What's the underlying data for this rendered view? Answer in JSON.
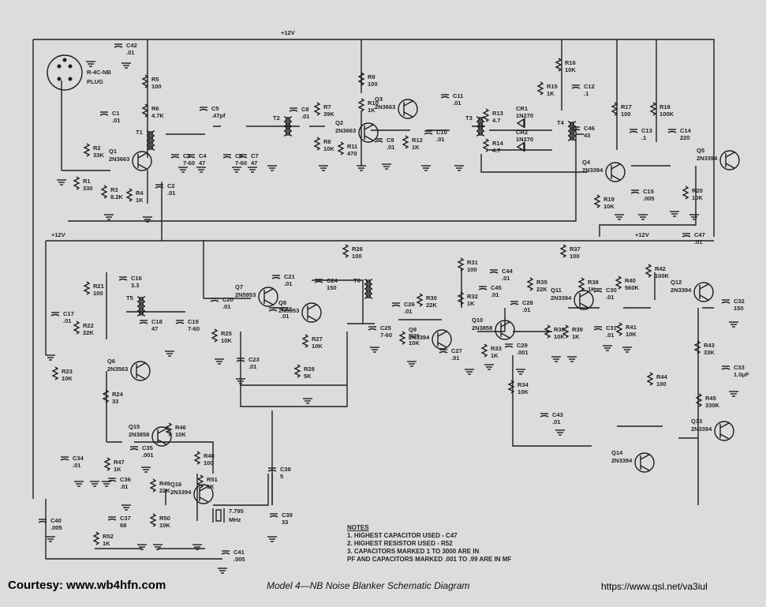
{
  "rails": {
    "top": "+12V",
    "left": "+12V",
    "right": "+12V"
  },
  "plug": {
    "ref": "R-4C-NB",
    "label": "PLUG"
  },
  "transistors": [
    {
      "ref": "Q1",
      "part": "2N3663"
    },
    {
      "ref": "Q2",
      "part": "2N3663"
    },
    {
      "ref": "Q3",
      "part": "2N3663"
    },
    {
      "ref": "Q4",
      "part": "2N3394"
    },
    {
      "ref": "Q5",
      "part": "2N3394"
    },
    {
      "ref": "Q6",
      "part": "2N3563"
    },
    {
      "ref": "Q7",
      "part": "2N5953"
    },
    {
      "ref": "Q8",
      "part": "2N5953"
    },
    {
      "ref": "Q9",
      "part": "2N3394"
    },
    {
      "ref": "Q10",
      "part": "2N3858"
    },
    {
      "ref": "Q11",
      "part": "2N3394"
    },
    {
      "ref": "Q12",
      "part": "2N3394"
    },
    {
      "ref": "Q13",
      "part": "2N3394"
    },
    {
      "ref": "Q14",
      "part": "2N3394"
    },
    {
      "ref": "Q15",
      "part": "2N3858"
    },
    {
      "ref": "Q16",
      "part": "2N3394"
    }
  ],
  "resistors": [
    {
      "ref": "R1",
      "value": "330"
    },
    {
      "ref": "R2",
      "value": "33K"
    },
    {
      "ref": "R3",
      "value": "8.2K"
    },
    {
      "ref": "R4",
      "value": "1K"
    },
    {
      "ref": "R5",
      "value": "100"
    },
    {
      "ref": "R6",
      "value": "4.7K"
    },
    {
      "ref": "R7",
      "value": "39K"
    },
    {
      "ref": "R8",
      "value": "10K"
    },
    {
      "ref": "R9",
      "value": "100"
    },
    {
      "ref": "R10",
      "value": "1K"
    },
    {
      "ref": "R11",
      "value": "470"
    },
    {
      "ref": "R12",
      "value": "1K"
    },
    {
      "ref": "R13",
      "value": "4.7"
    },
    {
      "ref": "R14",
      "value": "4.7"
    },
    {
      "ref": "R15",
      "value": "1K"
    },
    {
      "ref": "R16",
      "value": "10K"
    },
    {
      "ref": "R17",
      "value": "100"
    },
    {
      "ref": "R18",
      "value": "100K"
    },
    {
      "ref": "R19",
      "value": "10K"
    },
    {
      "ref": "R20",
      "value": "10K"
    },
    {
      "ref": "R21",
      "value": "100"
    },
    {
      "ref": "R22",
      "value": "22K"
    },
    {
      "ref": "R23",
      "value": "10K"
    },
    {
      "ref": "R24",
      "value": "33"
    },
    {
      "ref": "R25",
      "value": "10K"
    },
    {
      "ref": "R26",
      "value": "100"
    },
    {
      "ref": "R27",
      "value": "10K"
    },
    {
      "ref": "R28",
      "value": "5K"
    },
    {
      "ref": "R29",
      "value": "10K"
    },
    {
      "ref": "R30",
      "value": "22K"
    },
    {
      "ref": "R31",
      "value": "100"
    },
    {
      "ref": "R32",
      "value": "1K"
    },
    {
      "ref": "R33",
      "value": "1K"
    },
    {
      "ref": "R34",
      "value": "10K"
    },
    {
      "ref": "R35",
      "value": "22K"
    },
    {
      "ref": "R36",
      "value": "10K"
    },
    {
      "ref": "R37",
      "value": "100"
    },
    {
      "ref": "R38",
      "value": "1K"
    },
    {
      "ref": "R39",
      "value": "1K"
    },
    {
      "ref": "R40",
      "value": "560K"
    },
    {
      "ref": "R41",
      "value": "10K"
    },
    {
      "ref": "R42",
      "value": "100K"
    },
    {
      "ref": "R43",
      "value": "33K"
    },
    {
      "ref": "R44",
      "value": "100"
    },
    {
      "ref": "R45",
      "value": "330K"
    },
    {
      "ref": "R46",
      "value": "10K"
    },
    {
      "ref": "R47",
      "value": "1K"
    },
    {
      "ref": "R48",
      "value": "100"
    },
    {
      "ref": "R49",
      "value": "22K"
    },
    {
      "ref": "R50",
      "value": "10K"
    },
    {
      "ref": "R51",
      "value": "1K"
    },
    {
      "ref": "R52",
      "value": "1K"
    }
  ],
  "capacitors": [
    {
      "ref": "C1",
      "value": ".01"
    },
    {
      "ref": "C2",
      "value": ".01"
    },
    {
      "ref": "C3",
      "value": "7-60"
    },
    {
      "ref": "C4",
      "value": "47"
    },
    {
      "ref": "C5",
      "value": ".47pf"
    },
    {
      "ref": "C6",
      "value": "7-60"
    },
    {
      "ref": "C7",
      "value": "47"
    },
    {
      "ref": "C8",
      "value": ".01"
    },
    {
      "ref": "C9",
      "value": ".01"
    },
    {
      "ref": "C10",
      "value": ".01"
    },
    {
      "ref": "C11",
      "value": ".01"
    },
    {
      "ref": "C12",
      "value": ".1"
    },
    {
      "ref": "C13",
      "value": ".1"
    },
    {
      "ref": "C14",
      "value": "220"
    },
    {
      "ref": "C15",
      "value": ".005"
    },
    {
      "ref": "C16",
      "value": "3.3"
    },
    {
      "ref": "C17",
      "value": ".01"
    },
    {
      "ref": "C18",
      "value": "47"
    },
    {
      "ref": "C19",
      "value": "7-60"
    },
    {
      "ref": "C20",
      "value": ".01"
    },
    {
      "ref": "C21",
      "value": ".01"
    },
    {
      "ref": "C22",
      "value": ".01"
    },
    {
      "ref": "C23",
      "value": ".01"
    },
    {
      "ref": "C24",
      "value": "150"
    },
    {
      "ref": "C25",
      "value": "7-60"
    },
    {
      "ref": "C26",
      "value": ".01"
    },
    {
      "ref": "C27",
      "value": ".01"
    },
    {
      "ref": "C28",
      "value": ".01"
    },
    {
      "ref": "C29",
      "value": ".001"
    },
    {
      "ref": "C30",
      "value": ".01"
    },
    {
      "ref": "C31",
      "value": ".01"
    },
    {
      "ref": "C32",
      "value": "150"
    },
    {
      "ref": "C33",
      "value": "1.0μF"
    },
    {
      "ref": "C34",
      "value": ".01"
    },
    {
      "ref": "C35",
      "value": ".001"
    },
    {
      "ref": "C36",
      "value": ".01"
    },
    {
      "ref": "C37",
      "value": "68"
    },
    {
      "ref": "C38",
      "value": "5"
    },
    {
      "ref": "C39",
      "value": "33"
    },
    {
      "ref": "C40",
      "value": ".005"
    },
    {
      "ref": "C41",
      "value": ".005"
    },
    {
      "ref": "C42",
      "value": ".01"
    },
    {
      "ref": "C43",
      "value": ".01"
    },
    {
      "ref": "C44",
      "value": ".01"
    },
    {
      "ref": "C45",
      "value": ".01"
    },
    {
      "ref": "C46",
      "value": "43"
    },
    {
      "ref": "C47",
      "value": ".01"
    }
  ],
  "diodes": [
    {
      "ref": "CR1",
      "part": "1N270"
    },
    {
      "ref": "CR2",
      "part": "1N270"
    }
  ],
  "transformers": [
    "T1",
    "T2",
    "T3",
    "T4",
    "T5",
    "T6"
  ],
  "crystal": {
    "freq": "7.795",
    "unit": "MHz"
  },
  "notes": {
    "heading": "NOTES",
    "items": [
      "1. HIGHEST CAPACITOR USED - C47",
      "2. HIGHEST RESISTOR USED - R52",
      "3. CAPACITORS MARKED 1 TO 3000 ARE IN",
      "PF AND CAPACITORS MARKED .001 TO .99 ARE IN MF"
    ]
  },
  "footer": {
    "left": "Courtesy: www.wb4hfn.com",
    "center": "Model 4—NB Noise Blanker Schematic Diagram",
    "right": "https://www.qsl.net/va3iul"
  }
}
